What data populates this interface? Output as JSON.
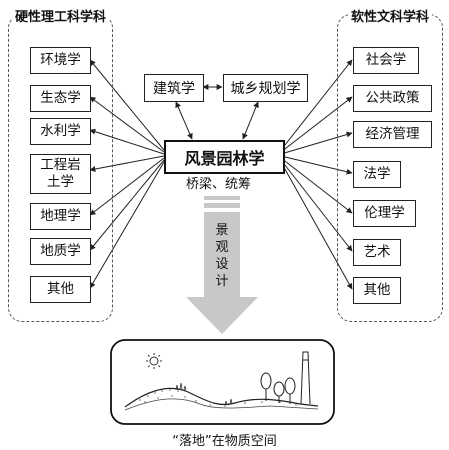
{
  "left_panel": {
    "title": "硬性理工科学科",
    "items": [
      "环境学",
      "生态学",
      "水利学",
      "工程岩\n土学",
      "地理学",
      "地质学",
      "其他"
    ]
  },
  "right_panel": {
    "title": "软性文科学科",
    "items": [
      "社会学",
      "公共政策",
      "经济管理",
      "法学",
      "伦理学",
      "艺术",
      "其他"
    ]
  },
  "top_boxes": {
    "left": "建筑学",
    "right": "城乡规划学"
  },
  "center": {
    "title": "风景园林学",
    "subtitle": "桥梁、统筹"
  },
  "arrow_label": "景\n观\n设\n计",
  "caption": "“落地”在物质空间",
  "colors": {
    "line": "#222222",
    "arrow_fill": "#c8c8c8",
    "panel_border": "#555555"
  }
}
